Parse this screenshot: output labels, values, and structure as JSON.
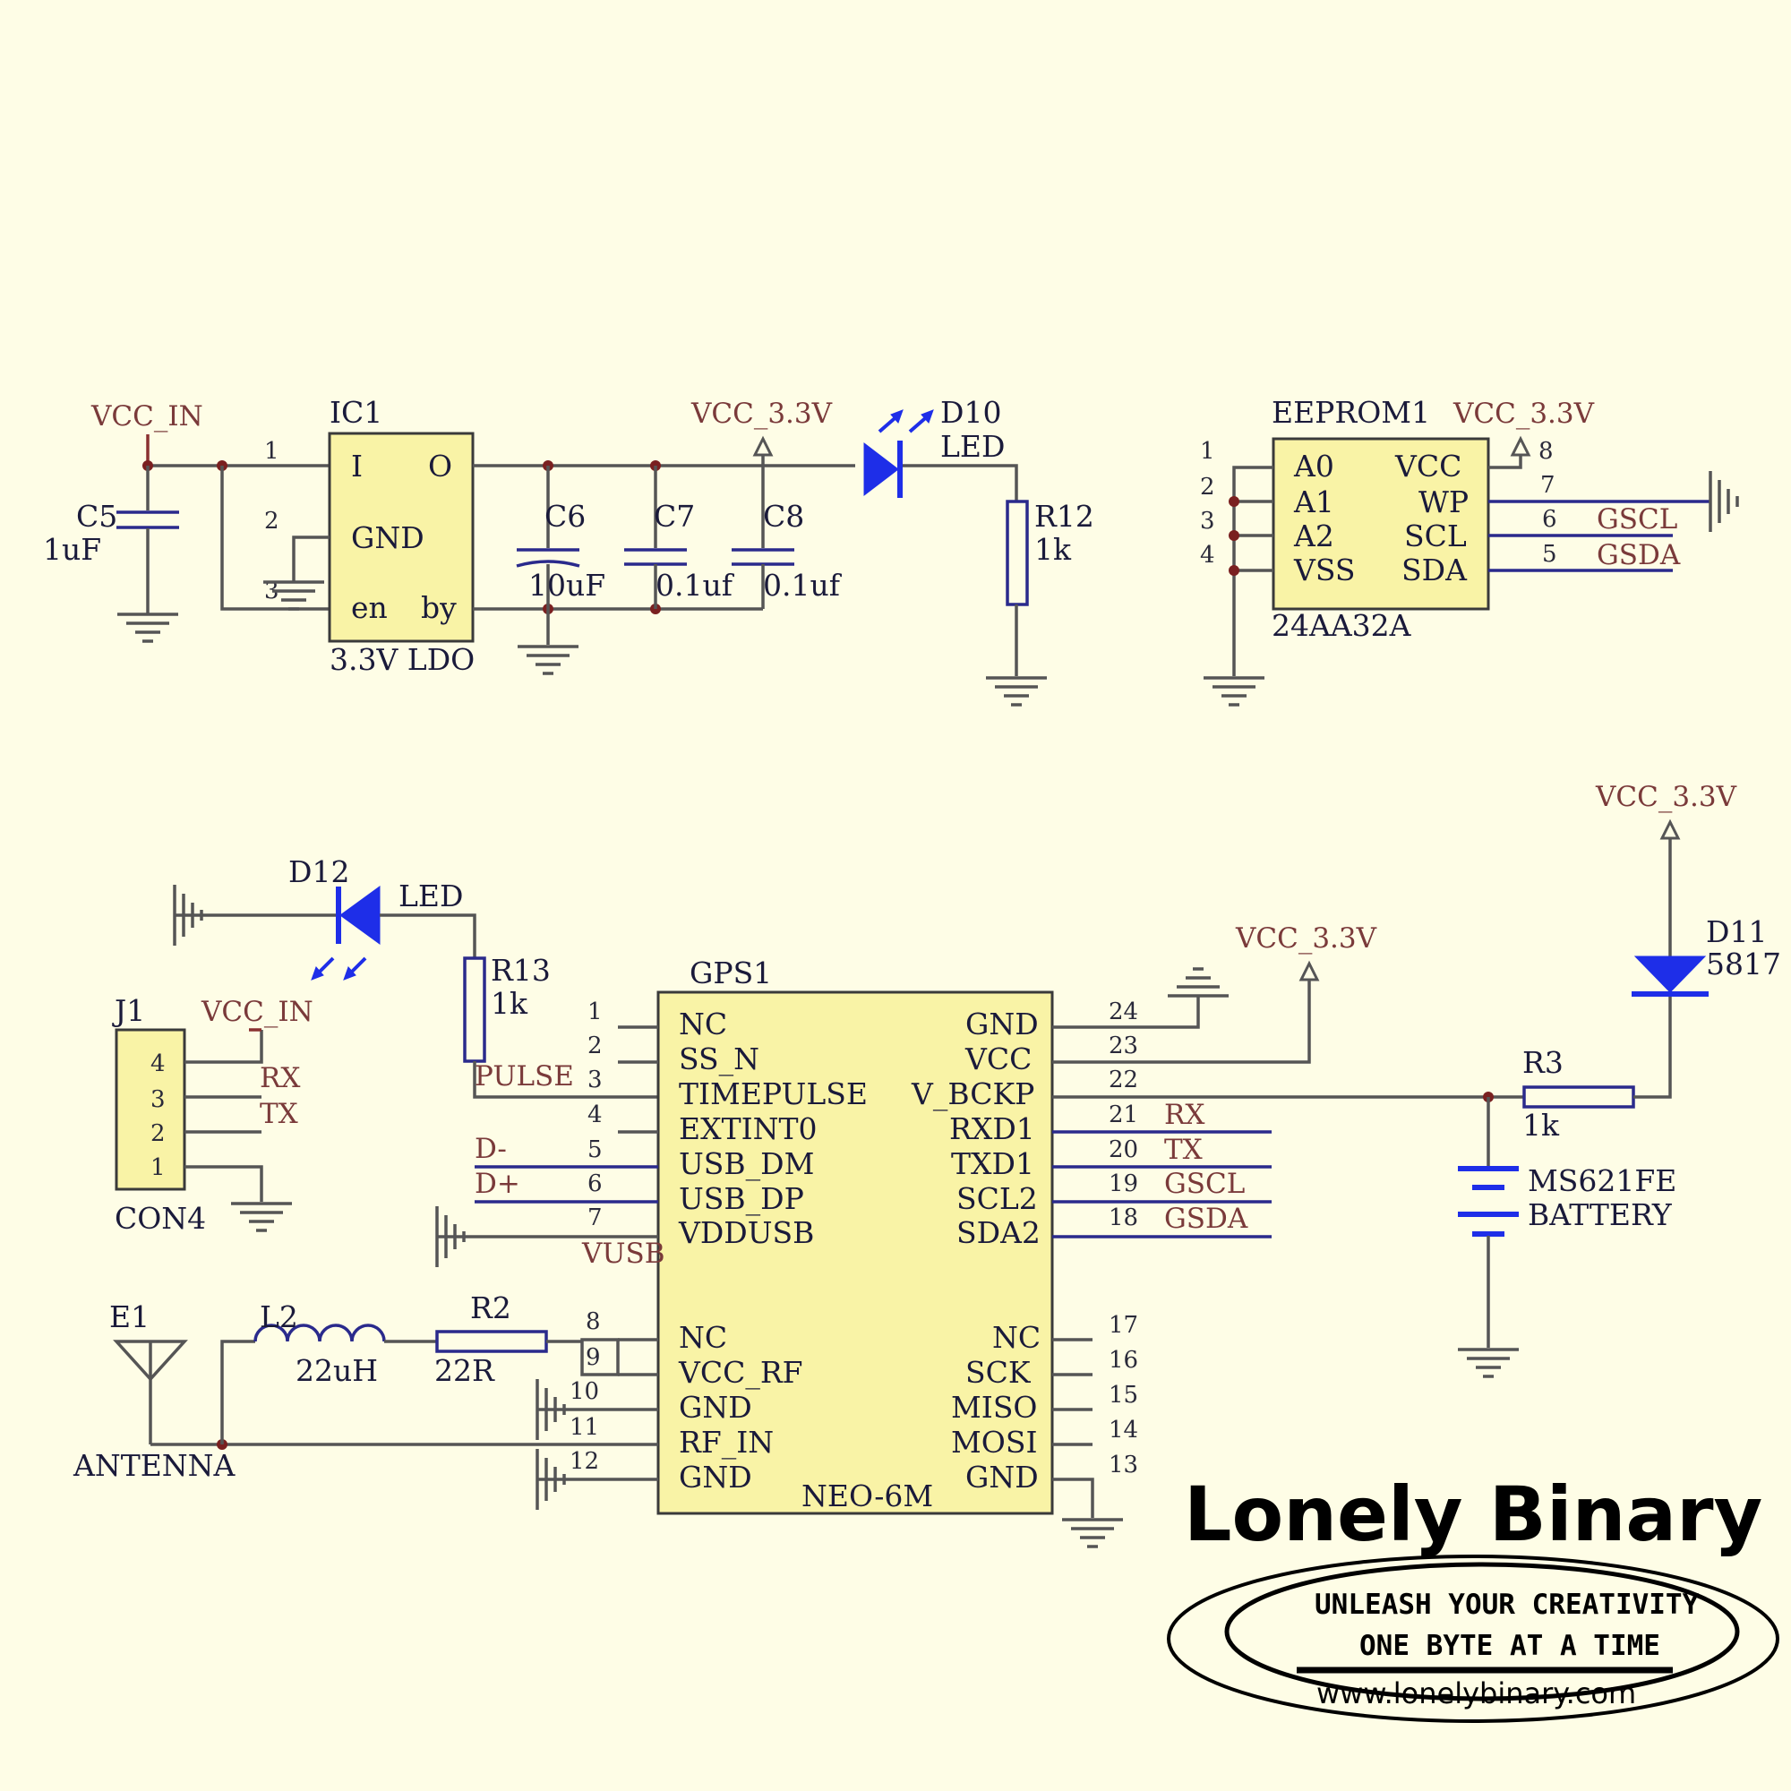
{
  "power": {
    "vcc_in": "VCC_IN",
    "vcc_33": "VCC_3.3V"
  },
  "regulator": {
    "ref": "IC1",
    "part": "3.3V LDO",
    "pin_i": "I",
    "pin_o": "O",
    "pin_gnd": "GND",
    "pin_en": "en",
    "pin_by": "by",
    "pin_nums": [
      "1",
      "2",
      "3"
    ]
  },
  "capacitors": [
    {
      "ref": "C5",
      "value": "1uF"
    },
    {
      "ref": "C6",
      "value": "10uF"
    },
    {
      "ref": "C7",
      "value": "0.1uf"
    },
    {
      "ref": "C8",
      "value": "0.1uf"
    }
  ],
  "led_d10": {
    "ref": "D10",
    "value": "LED"
  },
  "r12": {
    "ref": "R12",
    "value": "1k"
  },
  "eeprom": {
    "ref": "EEPROM1",
    "part": "24AA32A",
    "left_pins": [
      {
        "num": "1",
        "name": "A0"
      },
      {
        "num": "2",
        "name": "A1"
      },
      {
        "num": "3",
        "name": "A2"
      },
      {
        "num": "4",
        "name": "VSS"
      }
    ],
    "right_pins": [
      {
        "num": "8",
        "name": "VCC",
        "net": ""
      },
      {
        "num": "7",
        "name": "WP",
        "net": ""
      },
      {
        "num": "6",
        "name": "SCL",
        "net": "GSCL"
      },
      {
        "num": "5",
        "name": "SDA",
        "net": "GSDA"
      }
    ]
  },
  "led_d12": {
    "ref": "D12",
    "value": "LED"
  },
  "r13": {
    "ref": "R13",
    "value": "1k"
  },
  "connector": {
    "ref": "J1",
    "part": "CON4",
    "pins": [
      "4",
      "3",
      "2",
      "1"
    ],
    "nets": {
      "pin3": "RX",
      "pin2": "TX"
    }
  },
  "gps": {
    "ref": "GPS1",
    "part": "NEO-6M",
    "left_pins": [
      {
        "num": "1",
        "name": "NC"
      },
      {
        "num": "2",
        "name": "SS_N"
      },
      {
        "num": "3",
        "name": "TIMEPULSE"
      },
      {
        "num": "4",
        "name": "EXTINT0"
      },
      {
        "num": "5",
        "name": "USB_DM"
      },
      {
        "num": "6",
        "name": "USB_DP"
      },
      {
        "num": "7",
        "name": "VDDUSB"
      },
      {
        "num": "8",
        "name": "NC"
      },
      {
        "num": "9",
        "name": "VCC_RF"
      },
      {
        "num": "10",
        "name": "GND"
      },
      {
        "num": "11",
        "name": "RF_IN"
      },
      {
        "num": "12",
        "name": "GND"
      }
    ],
    "right_pins": [
      {
        "num": "24",
        "name": "GND"
      },
      {
        "num": "23",
        "name": "VCC"
      },
      {
        "num": "22",
        "name": "V_BCKP"
      },
      {
        "num": "21",
        "name": "RXD1"
      },
      {
        "num": "20",
        "name": "TXD1"
      },
      {
        "num": "19",
        "name": "SCL2"
      },
      {
        "num": "18",
        "name": "SDA2"
      },
      {
        "num": "17",
        "name": "NC"
      },
      {
        "num": "16",
        "name": "SCK"
      },
      {
        "num": "15",
        "name": "MISO"
      },
      {
        "num": "14",
        "name": "MOSI"
      },
      {
        "num": "13",
        "name": "GND"
      }
    ],
    "nets": {
      "pulse": "PULSE",
      "d_minus": "D-",
      "d_plus": "D+",
      "vusb": "VUSB",
      "rx": "RX",
      "tx": "TX",
      "gscl": "GSCL",
      "gsda": "GSDA"
    }
  },
  "antenna": {
    "ref": "E1",
    "name": "ANTENNA"
  },
  "inductor": {
    "ref": "L2",
    "value": "22uH"
  },
  "r2": {
    "ref": "R2",
    "value": "22R"
  },
  "r3": {
    "ref": "R3",
    "value": "1k"
  },
  "diode_d11": {
    "ref": "D11",
    "value": "5817"
  },
  "battery": {
    "part": "MS621FE",
    "label": "BATTERY"
  },
  "brand": {
    "name": "Lonely Binary",
    "tagline1": "UNLEASH YOUR CREATIVITY",
    "tagline2": "ONE BYTE AT A TIME",
    "url": "www.lonelybinary.com"
  }
}
